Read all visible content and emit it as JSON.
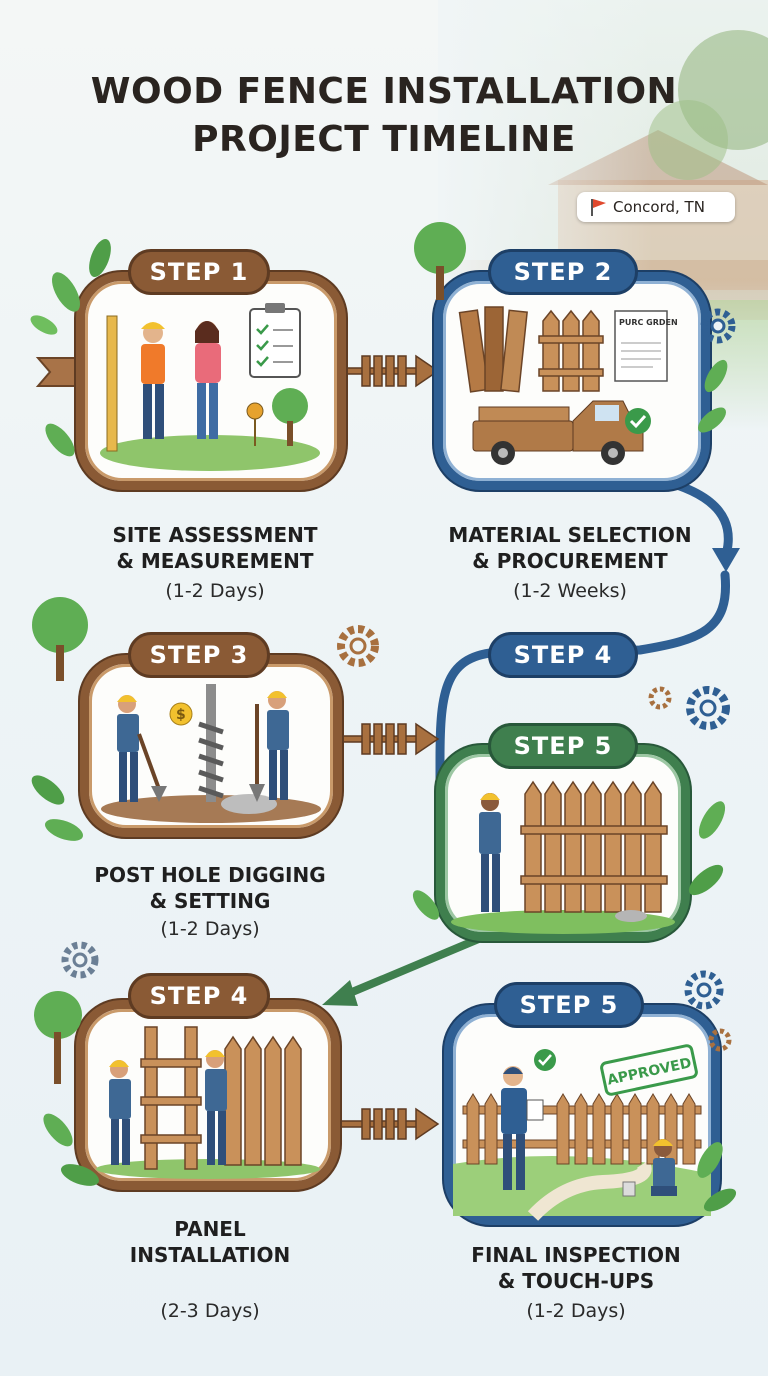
{
  "title": {
    "line1": "WOOD FENCE INSTALLATION",
    "line2": "PROJECT TIMELINE"
  },
  "location": {
    "icon": "flag-icon",
    "text": "Concord, TN"
  },
  "steps": [
    {
      "badge": "STEP 1",
      "line1": "SITE ASSESSMENT",
      "line2": "& MEASUREMENT",
      "duration": "(1-2 Days)"
    },
    {
      "badge": "STEP 2",
      "line1": "MATERIAL SELECTION",
      "line2": "& PROCUREMENT",
      "duration": "(1-2 Weeks)",
      "document_text": "PURC GRDEN"
    },
    {
      "badge": "STEP 3",
      "line1": "POST HOLE DIGGING",
      "line2": "& SETTING",
      "duration": "(1-2 Days)"
    },
    {
      "badge": "STEP 4"
    },
    {
      "badge": "STEP 5"
    },
    {
      "badge": "STEP 4",
      "line1": "PANEL",
      "line2": "INSTALLATION",
      "duration": "(2-3 Days)"
    },
    {
      "badge": "STEP 5",
      "line1": "FINAL INSPECTION",
      "line2": "& TOUCH-UPS",
      "duration": "(1-2 Days)",
      "stamp": "APPROVED"
    }
  ],
  "colors": {
    "wood": "#8a5a35",
    "blue": "#2f5f93",
    "green": "#3f7f4e",
    "text": "#2a2420"
  }
}
